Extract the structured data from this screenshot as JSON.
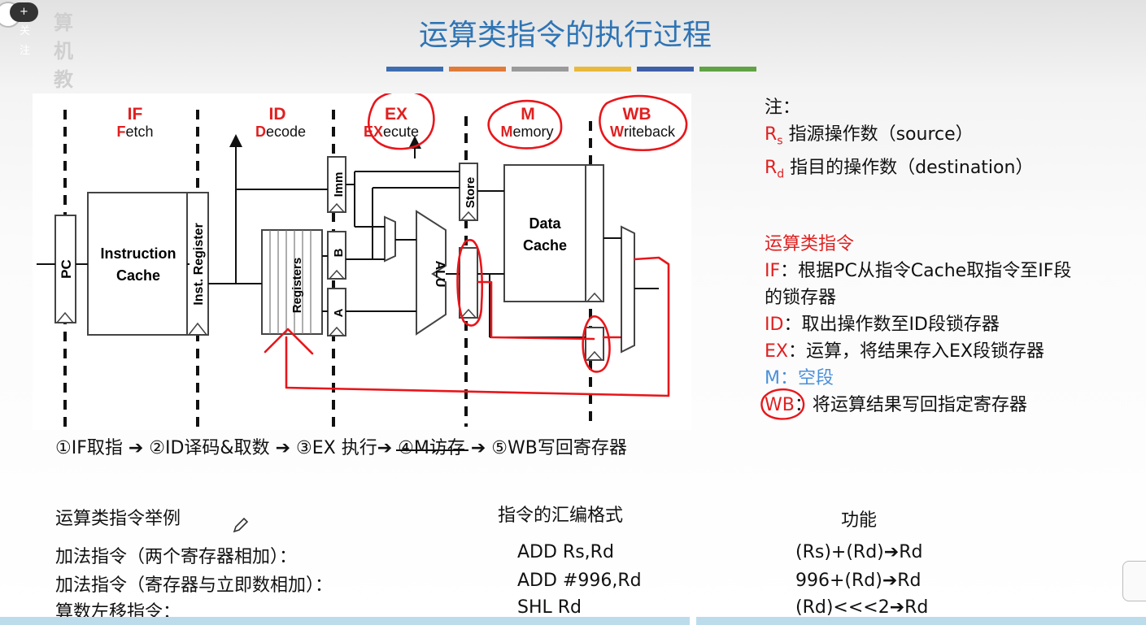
{
  "overlay": {
    "follow_label": "+ 关注",
    "watermark": "算机教育"
  },
  "slide": {
    "title": "运算类指令的执行过程",
    "color_bars": [
      "#3d6db0",
      "#e07b39",
      "#9a9a9a",
      "#e8b93a",
      "#3d5fa8",
      "#5fa343"
    ]
  },
  "pipeline": {
    "stages": [
      {
        "abbr": "IF",
        "name_lead": "F",
        "name_rest": "etch"
      },
      {
        "abbr": "ID",
        "name_lead": "D",
        "name_rest": "ecode"
      },
      {
        "abbr": "EX",
        "name_lead": "EX",
        "name_rest": "ecute"
      },
      {
        "abbr": "M",
        "name_lead": "M",
        "name_rest": "emory"
      },
      {
        "abbr": "WB",
        "name_lead": "W",
        "name_rest": "riteback"
      }
    ],
    "blocks": {
      "pc": "PC",
      "icache_line1": "Instruction",
      "icache_line2": "Cache",
      "inst_reg": "Inst. Register",
      "registers": "Registers",
      "imm": "Imm",
      "b": "B",
      "a": "A",
      "alu": "ALU",
      "store": "Store",
      "dcache_line1": "Data",
      "dcache_line2": "Cache"
    },
    "colors": {
      "stage_red": "#e02020",
      "annotation_red": "#e8161b",
      "box_border": "#444"
    }
  },
  "flow": {
    "s1": "①IF取指 ➔ ②ID译码&取数 ➔ ③EX 执行➔ ",
    "s2": "④M访存",
    "s3": " ➔ ⑤WB写回寄存器"
  },
  "notes": {
    "heading": "注：",
    "rs_letter": "R",
    "rs_sub": "s",
    "rs_text": " 指源操作数（source）",
    "rd_letter": "R",
    "rd_sub": "d",
    "rd_text": " 指目的操作数（destination）",
    "section_title": "运算类指令",
    "if_label": "IF",
    "if_text": "：根据PC从指令Cache取指令至IF段",
    "if_text2": "的锁存器",
    "id_label": "ID",
    "id_text": "：取出操作数至ID段锁存器",
    "ex_label": "EX",
    "ex_text": "：运算，将结果存入EX段锁存器",
    "m_text": "M：空段",
    "wb_label": "WB",
    "wb_text": "：将运算结果写回指定寄存器"
  },
  "table": {
    "headers": [
      "运算类指令举例",
      "指令的汇编格式",
      "功能"
    ],
    "rows": [
      {
        "desc": "加法指令（两个寄存器相加）：",
        "asm": "ADD  Rs,Rd",
        "func": "(Rs)+(Rd)➔Rd"
      },
      {
        "desc": "加法指令（寄存器与立即数相加）：",
        "asm": "ADD  #996,Rd",
        "func": "996+(Rd)➔Rd"
      },
      {
        "desc": "算数左移指令：",
        "asm": "SHL  Rd",
        "func": "(Rd)<<<2➔Rd"
      }
    ]
  }
}
